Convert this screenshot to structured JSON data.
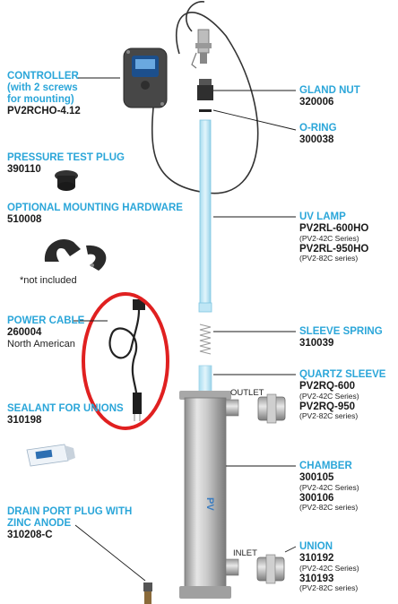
{
  "labels": {
    "controller": {
      "title_lines": [
        "CONTROLLER",
        "(with 2 screws",
        "for mounting)"
      ],
      "part": "PV2RCHO-4.12"
    },
    "pressure_plug": {
      "title": "PRESSURE TEST PLUG",
      "part": "390110"
    },
    "mounting": {
      "title": "OPTIONAL MOUNTING HARDWARE",
      "part": "510008",
      "note": "*not included"
    },
    "power_cable": {
      "title": "POWER CABLE",
      "part": "260004",
      "note": "North American"
    },
    "sealant": {
      "title": "SEALANT FOR UNIONS",
      "part": "310198"
    },
    "drain": {
      "title_lines": [
        "DRAIN PORT PLUG WITH",
        "ZINC ANODE"
      ],
      "part": "310208-C"
    },
    "gland_nut": {
      "title": "GLAND NUT",
      "part": "320006"
    },
    "o_ring": {
      "title": "O-RING",
      "part": "300038"
    },
    "uv_lamp": {
      "title": "UV LAMP",
      "part1": "PV2RL-600HO",
      "note1": "(PV2-42C Series)",
      "part2": "PV2RL-950HO",
      "note2": "(PV2-82C series)"
    },
    "sleeve_spring": {
      "title": "SLEEVE SPRING",
      "part": "310039"
    },
    "quartz_sleeve": {
      "title": "QUARTZ SLEEVE",
      "part1": "PV2RQ-600",
      "note1": "(PV2-42C Series)",
      "part2": "PV2RQ-950",
      "note2": "(PV2-82C series)"
    },
    "chamber": {
      "title": "CHAMBER",
      "part1": "300105",
      "note1": "(PV2-42C Series)",
      "part2": "300106",
      "note2": "(PV2-82C series)"
    },
    "union": {
      "title": "UNION",
      "part1": "310192",
      "note1": "(PV2-42C Series)",
      "part2": "310193",
      "note2": "(PV2-82C series)"
    },
    "outlet": "OUTLET",
    "inlet": "INLET"
  },
  "colors": {
    "title_blue": "#2ba6d9",
    "highlight_red": "#e02020"
  }
}
